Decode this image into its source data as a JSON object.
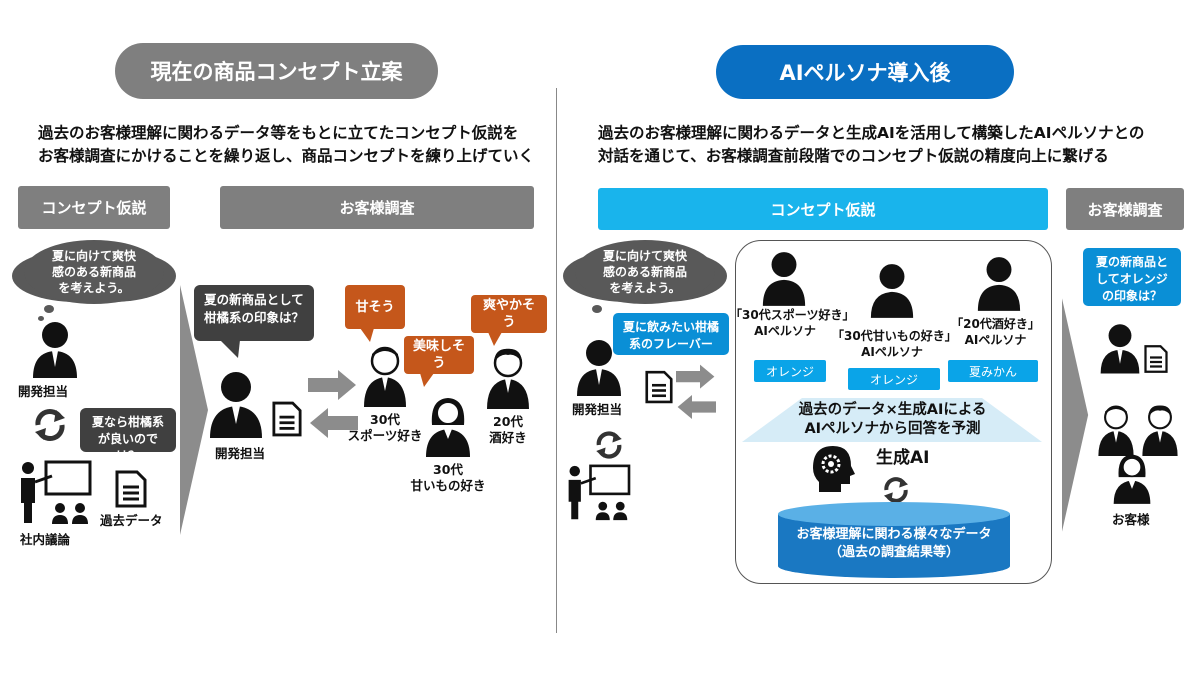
{
  "left": {
    "title": "現在の商品コンセプト立案",
    "description": [
      "過去のお客様理解に関わるデータ等をもとに立てたコンセプト仮説を",
      "お客様調査にかけることを繰り返し、商品コンセプトを練り上げていく"
    ],
    "bar_concept": "コンセプト仮説",
    "bar_survey": "お客様調査",
    "cloud_text": "夏に向けて爽快感のある新商品を考えよう。",
    "dev_label": "開発担当",
    "bubble_citrus": "夏なら柑橘系が良いのでは？",
    "meeting_label": "社内議論",
    "past_data_label": "過去データ",
    "question": "夏の新商品として柑橘系の印象は？",
    "dev_label2": "開発担当",
    "answers": [
      "甘そう",
      "美味しそう",
      "爽やかそう"
    ],
    "persons": [
      "30代\nスポーツ好き",
      "30代\n甘いもの好き",
      "20代\n酒好き"
    ]
  },
  "right": {
    "title": "AIペルソナ導入後",
    "description": [
      "過去のお客様理解に関わるデータと生成AIを活用して構築したAIペルソナとの",
      "対話を通じて、お客様調査前段階でのコンセプト仮説の精度向上に繋げる"
    ],
    "bar_concept": "コンセプト仮説",
    "bar_survey": "お客様調査",
    "cloud_text": "夏に向けて爽快感のある新商品を考えよう。",
    "question": "夏に飲みたい柑橘系のフレーバーは？",
    "dev_label": "開発担当",
    "personas": [
      {
        "name": "「30代スポーツ好き」\nAIペルソナ",
        "answer": "オレンジ"
      },
      {
        "name": "「30代甘いもの好き」\nAIペルソナ",
        "answer": "オレンジ"
      },
      {
        "name": "「20代酒好き」\nAIペルソナ",
        "answer": "夏みかん"
      }
    ],
    "prediction": [
      "過去のデータ×生成AIによる",
      "AIペルソナから回答を予測"
    ],
    "genai_label": "生成AI",
    "db_text": [
      "お客様理解に関わる様々なデータ",
      "（過去の調査結果等）"
    ],
    "customer_question": "夏の新商品としてオレンジの印象は？",
    "customer_label": "お客様"
  },
  "colors": {
    "gray_dark": "#404040",
    "gray_mid": "#7f7f7f",
    "blue": "#0a6fc2",
    "cyan": "#19b4ec",
    "orange": "#c5571b"
  }
}
